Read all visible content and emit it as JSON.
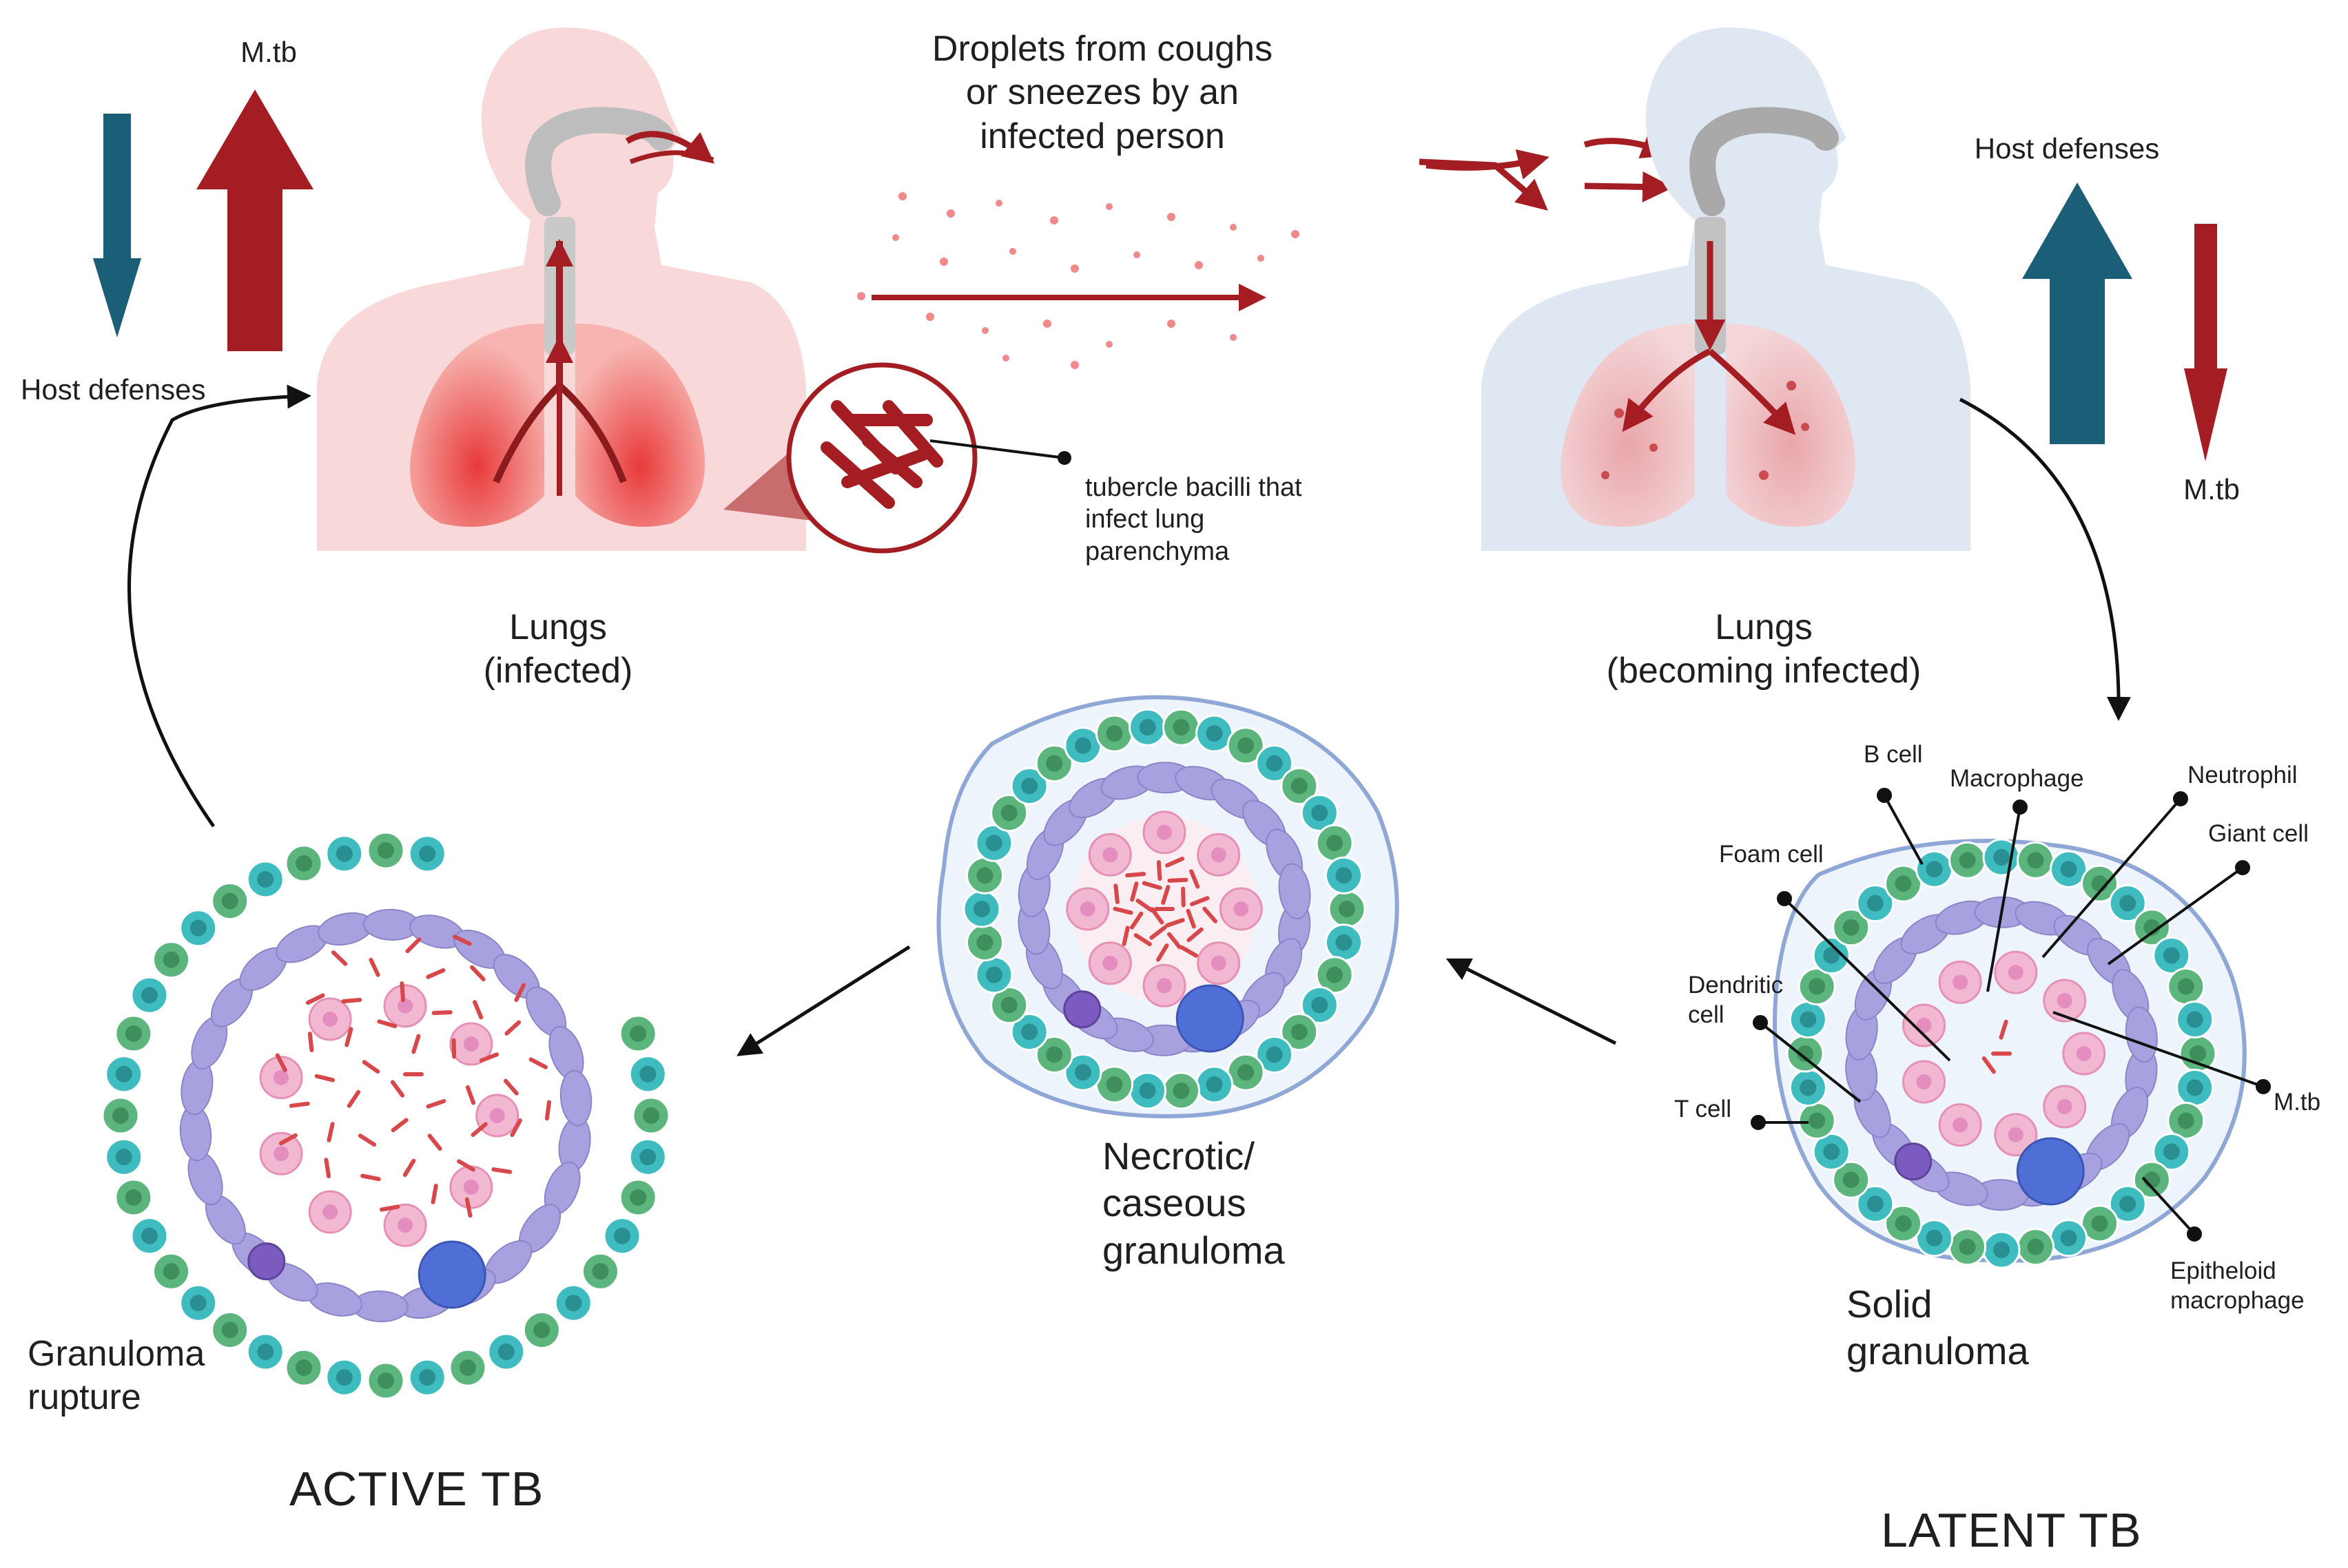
{
  "colors": {
    "host_defense": "#1b5e78",
    "mtb": "#a31d22",
    "cell_outline": "#8fa7d6",
    "tcell": "#3fbcc0",
    "bcell": "#5cb57d",
    "epithelioid": "#a7a2df",
    "macrophage": "#4f6fd6",
    "neutrophil": "#7b5bbf",
    "foam": "#f2b8d2",
    "bacilli": "#d8484a"
  },
  "labels": {
    "mtb_left": "M.tb",
    "host_left": "Host defenses",
    "droplets": "Droplets from coughs\nor sneezes by an\ninfected person",
    "bacilli": "tubercle bacilli that\ninfect lung\nparenchyma",
    "host_right": "Host defenses",
    "mtb_right": "M.tb",
    "lungs_infected": "Lungs\n(infected)",
    "lungs_becoming": "Lungs\n(becoming infected)",
    "necrotic": "Necrotic/\ncaseous\ngranuloma",
    "rupture": "Granuloma\nrupture",
    "active_tb": "ACTIVE TB",
    "solid": "Solid\ngranuloma",
    "latent_tb": "LATENT TB",
    "b_cell": "B cell",
    "macrophage": "Macrophage",
    "neutrophil": "Neutrophil",
    "giant_cell": "Giant cell",
    "foam_cell": "Foam cell",
    "dendritic_cell": "Dendritic\ncell",
    "t_cell": "T cell",
    "m_tb_cell": "M.tb",
    "epithelioid": "Epitheloid\nmacrophage"
  }
}
